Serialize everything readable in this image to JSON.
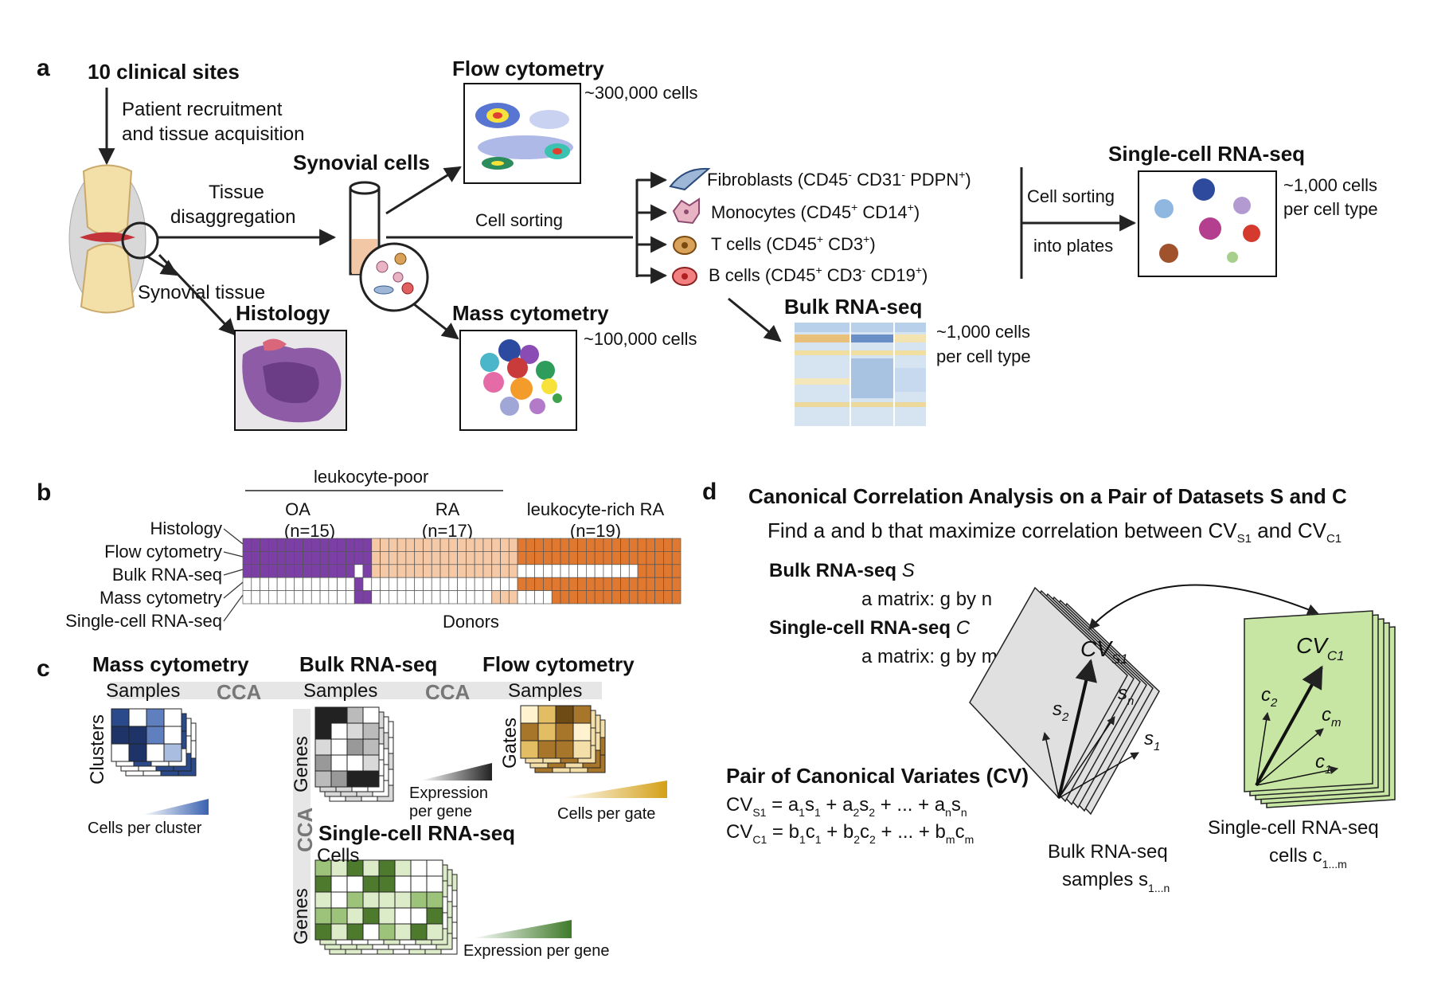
{
  "panel_letters": {
    "a": "a",
    "b": "b",
    "c": "c",
    "d": "d"
  },
  "colors": {
    "oa": "#7C3FA6",
    "ra_poor": "#F5C9A6",
    "ra_rich": "#E07830",
    "empty": "#ffffff",
    "tube": "#F2C7A6",
    "mass_blue": "#274E8C",
    "flow_gold": "#C9A040",
    "sc_green": "#4D7A2C",
    "cca_gray": "#777777"
  },
  "panel_a": {
    "sites": "10 clinical sites",
    "recruit_line1": "Patient recruitment",
    "recruit_line2": "and tissue acquisition",
    "disagg_line1": "Tissue",
    "disagg_line2": "disaggregation",
    "synovial_tissue": "Synovial tissue",
    "histology": "Histology",
    "synovial_cells": "Synovial cells",
    "flow_title": "Flow cytometry",
    "flow_count": "~300,000 cells",
    "mass_title": "Mass cytometry",
    "mass_count": "~100,000 cells",
    "cell_sorting": "Cell sorting",
    "cell_types": [
      {
        "name": "Fibroblasts (CD45",
        "s1": "-",
        "m1": " CD31",
        "s2": "-",
        "m2": " PDPN",
        "s3": "+",
        "end": ")",
        "icon": "fibroblast-icon"
      },
      {
        "name": "Monocytes (CD45",
        "s1": "+",
        "m1": " CD14",
        "s2": "+",
        "m2": ")",
        "s3": "",
        "end": "",
        "icon": "monocyte-icon"
      },
      {
        "name": "T cells (CD45",
        "s1": "+",
        "m1": " CD3",
        "s2": "+",
        "m2": ")",
        "s3": "",
        "end": "",
        "icon": "t-cell-icon"
      },
      {
        "name": "B cells (CD45",
        "s1": "+",
        "m1": " CD3",
        "s2": "-",
        "m2": " CD19",
        "s3": "+",
        "end": ")",
        "icon": "b-cell-icon"
      }
    ],
    "sort_plates_1": "Cell sorting",
    "sort_plates_2": "into plates",
    "scrna_title": "Single-cell RNA-seq",
    "scrna_count_1": "~1,000 cells",
    "scrna_count_2": "per cell type",
    "bulk_title": "Bulk RNA-seq",
    "bulk_count_1": "~1,000 cells",
    "bulk_count_2": "per cell type"
  },
  "panel_b": {
    "leukocyte_poor": "leukocyte-poor",
    "groups": [
      {
        "name": "OA",
        "n": "(n=15)",
        "donors": 15,
        "color": "oa"
      },
      {
        "name": "RA",
        "n": "(n=17)",
        "donors": 17,
        "color": "ra_poor"
      },
      {
        "name": "leukocyte-rich RA",
        "n": "(n=19)",
        "donors": 19,
        "color": "ra_rich"
      }
    ],
    "rows": [
      "Histology",
      "Flow cytometry",
      "Bulk RNA-seq",
      "Mass cytometry",
      "Single-cell RNA-seq"
    ],
    "donors_label": "Donors"
  },
  "panel_c": {
    "mass_title": "Mass cytometry",
    "bulk_title": "Bulk RNA-seq",
    "flow_title": "Flow cytometry",
    "samples": "Samples",
    "cca": "CCA",
    "clusters": "Clusters",
    "genes": "Genes",
    "gates": "Gates",
    "cells_per_cluster": "Cells per cluster",
    "expression_per_gene_1": "Expression",
    "expression_per_gene_2": "per gene",
    "cells_per_gate": "Cells per gate",
    "sc_title": "Single-cell RNA-seq",
    "cells": "Cells",
    "expression_per_gene": "Expression per gene"
  },
  "panel_d": {
    "title": "Canonical Correlation Analysis on a Pair of Datasets S and C",
    "find_text": "Find a and b that maximize correlation between CV",
    "find_sub1": "S1",
    "find_and": " and CV",
    "find_sub2": "C1",
    "bulk_label": "Bulk RNA-seq",
    "bulk_var": " S",
    "bulk_matrix": "a matrix: g by n",
    "sc_label": "Single-cell RNA-seq",
    "sc_var": " C",
    "sc_matrix": "a matrix: g by m",
    "pair_title": "Pair of Canonical Variates (CV)",
    "bulk_samples_1": "Bulk RNA-seq",
    "bulk_samples_2": "samples s",
    "bulk_samples_sub": "1...n",
    "sc_cells_1": "Single-cell RNA-seq",
    "sc_cells_2": "cells c",
    "sc_cells_sub": "1...m"
  }
}
